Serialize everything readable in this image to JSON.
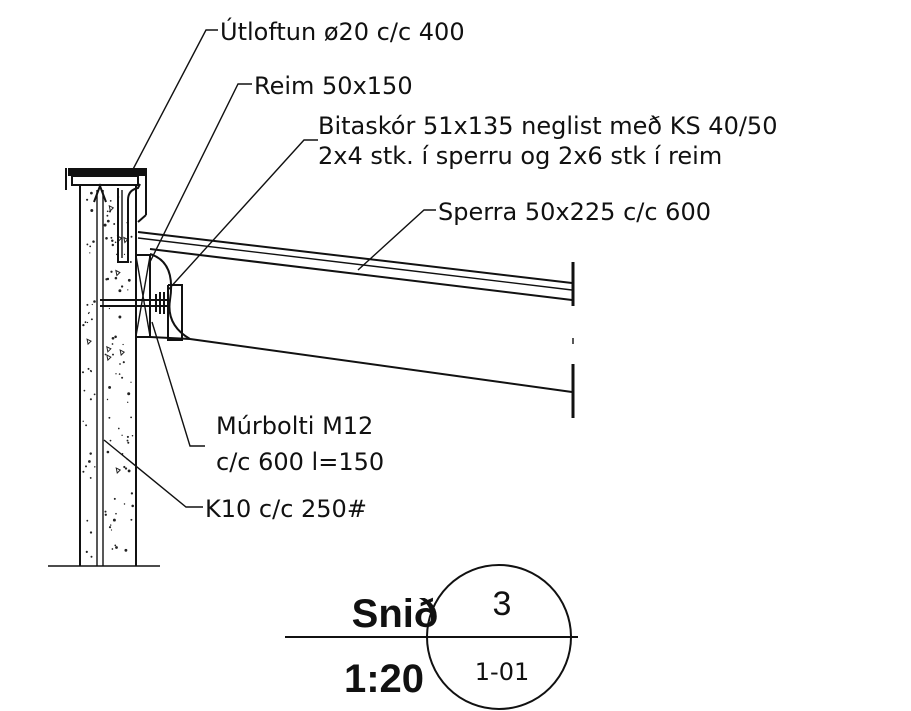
{
  "labels": {
    "ventilation": "Útloftun ø20 c/c 400",
    "ridge_board": "Reim 50x150",
    "hanger_line1": "Bitaskór 51x135 neglist með KS 40/50",
    "hanger_line2": "2x4 stk. í sperru og 2x6 stk í reim",
    "rafter": "Sperra 50x225 c/c 600",
    "bolt_line1": "Múrbolti M12",
    "bolt_line2": "c/c 600 l=150",
    "rebar": "K10 c/c 250#"
  },
  "title_block": {
    "name": "Snið",
    "number": "3",
    "scale": "1:20",
    "sheet": "1-01"
  },
  "colors": {
    "ink": "#111111",
    "background": "#ffffff"
  }
}
